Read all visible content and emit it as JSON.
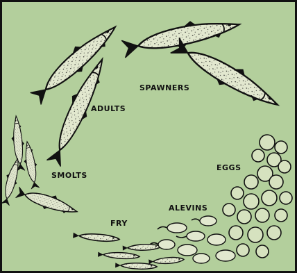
{
  "diagram": {
    "stages": {
      "spawners": "SPAWNERS",
      "adults": "ADULTS",
      "smolts": "SMOLTS",
      "fry": "FRY",
      "alevins": "ALEVINS",
      "eggs": "EGGS"
    },
    "colors": {
      "background": "#b3cf9c",
      "outline": "#111111",
      "fish_fill": "#e2e8cf",
      "egg_fill": "#d6e2bf"
    }
  }
}
